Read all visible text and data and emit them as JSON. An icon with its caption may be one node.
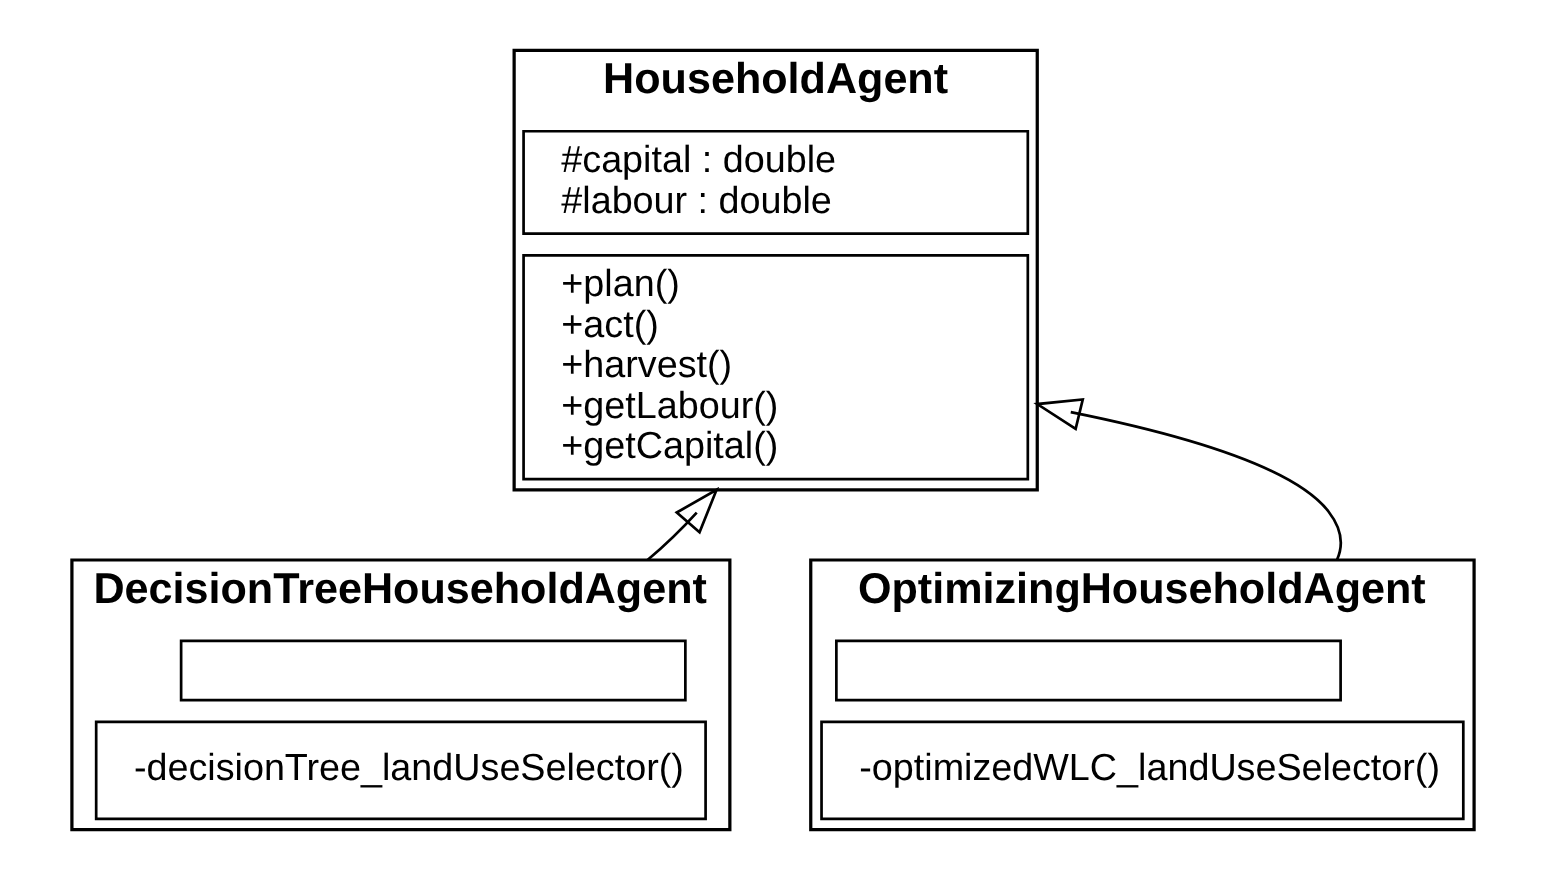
{
  "diagram": {
    "nodes": [
      {
        "text": [
          "HouseholdAgent"
        ]
      },
      {
        "text": [
          "#capital : double",
          "#labour : double"
        ],
        "in": 0
      },
      {
        "text": [
          "+plan()",
          "+act()",
          "+harvest()",
          "+getLabour()",
          "+getCapital()"
        ],
        "in": 0
      },
      {
        "text": [
          "DecisionTreeHouseholdAgent"
        ]
      },
      {
        "text": [],
        "shape": "box",
        "in": 3
      },
      {
        "text": [
          "-decisionTree_landUseSelector()"
        ],
        "in": 3
      },
      {
        "text": [
          "OptimizingHouseholdAgent"
        ]
      },
      {
        "text": [],
        "shape": "box",
        "in": 6
      },
      {
        "text": [
          "-optimizedWLC_landUseSelector()"
        ],
        "in": 6
      }
    ],
    "edges": [
      {
        "from": 3,
        "to": 0,
        "arrow": "to"
      },
      {
        "from": 6,
        "to": 0,
        "arrow": "to"
      }
    ]
  }
}
